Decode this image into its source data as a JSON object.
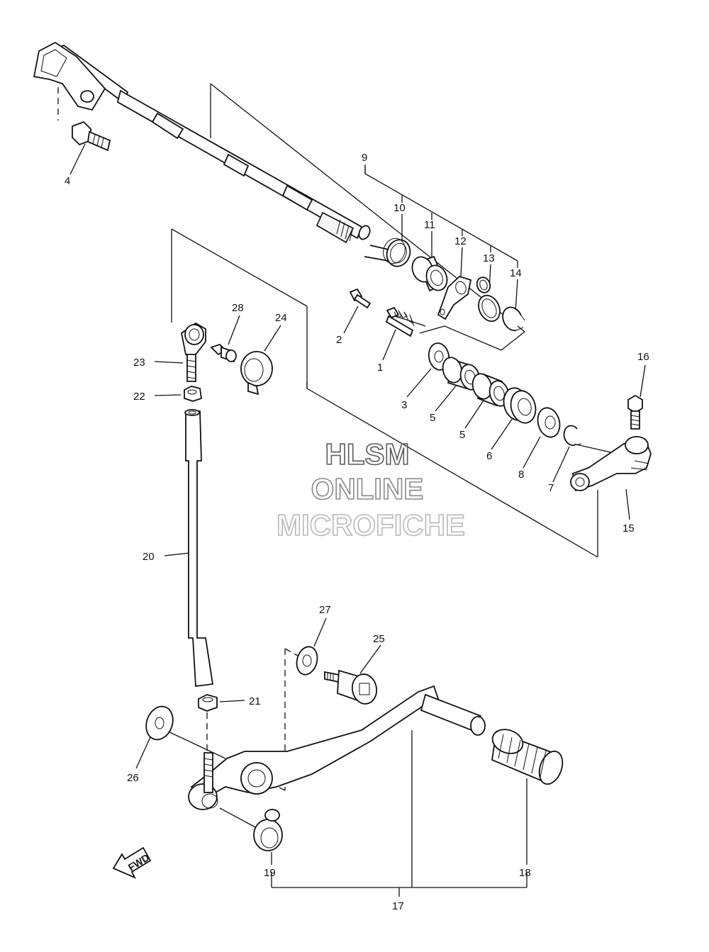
{
  "watermark": {
    "line1": "HLSM",
    "line2": "ONLINE",
    "line3": "MICROFICHE"
  },
  "forward_marker": "FWD",
  "callouts": {
    "c1": "1",
    "c2": "2",
    "c3": "3",
    "c4": "4",
    "c5a": "5",
    "c5b": "5",
    "c6": "6",
    "c7": "7",
    "c8": "8",
    "c9": "9",
    "c10": "10",
    "c11": "11",
    "c12": "12",
    "c13": "13",
    "c14": "14",
    "c15": "15",
    "c16": "16",
    "c17": "17",
    "c18": "18",
    "c19": "19",
    "c20": "20",
    "c21": "21",
    "c22": "22",
    "c23": "23",
    "c24": "24",
    "c25": "25",
    "c26": "26",
    "c27": "27",
    "c28": "28"
  },
  "colors": {
    "line": "#111111",
    "watermark_1": "#5a5a5a",
    "watermark_2": "#8a8a8a",
    "watermark_3": "#b8b8b8"
  }
}
